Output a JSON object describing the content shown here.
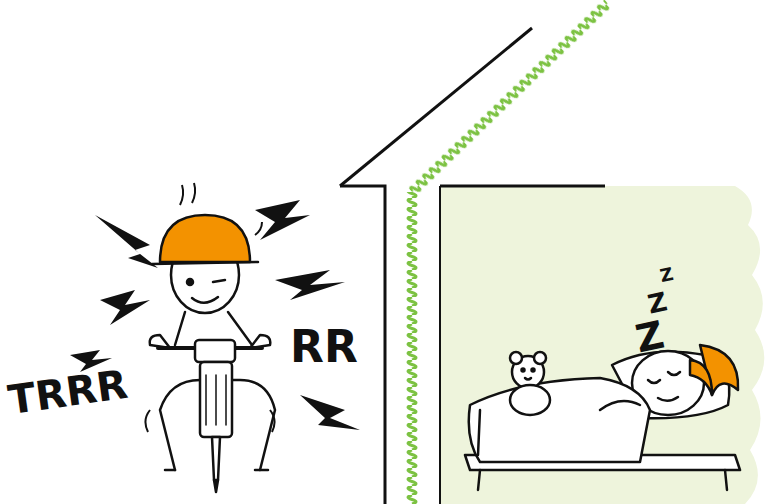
{
  "diagram": {
    "labels": [
      "TRRR",
      "RR",
      "Z",
      "Z",
      "Z"
    ]
  }
}
